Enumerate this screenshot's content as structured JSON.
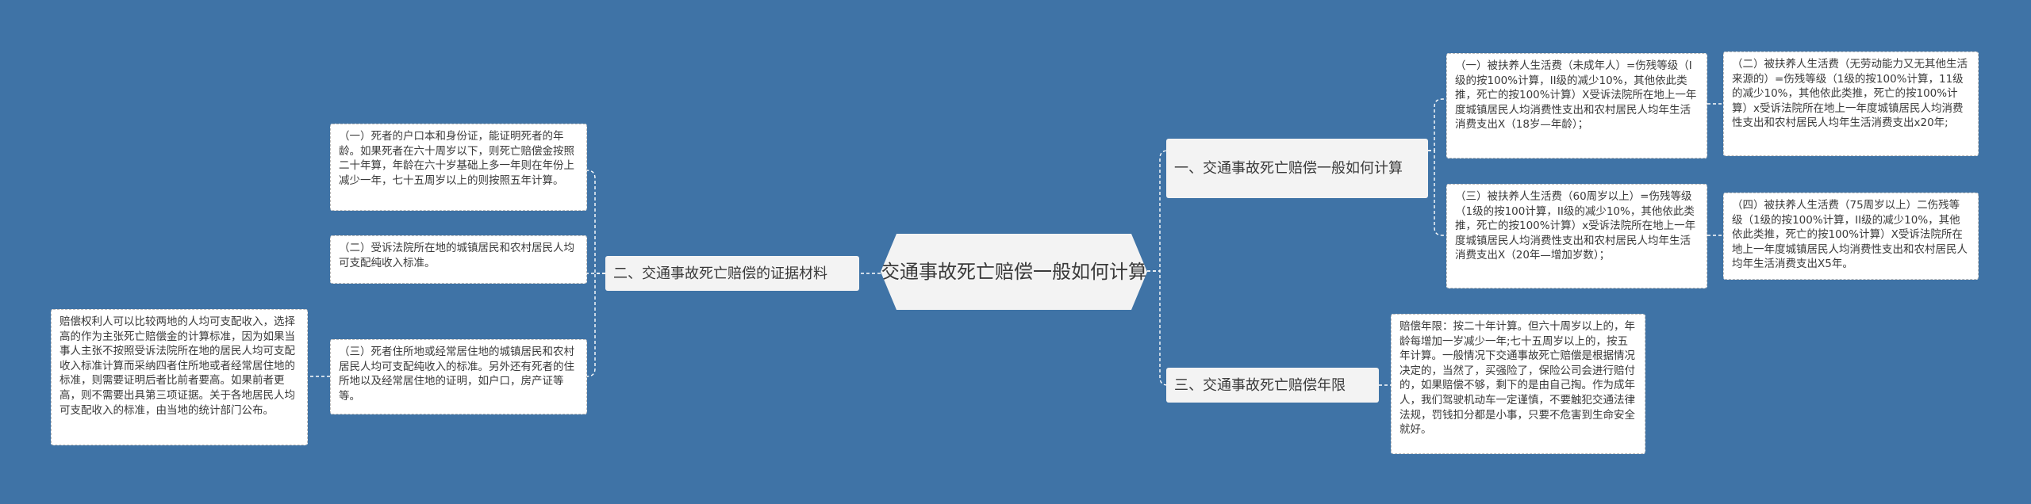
{
  "colors": {
    "background": "#3f73a6",
    "node_fill": "#f3f3f3",
    "leaf_fill": "#ffffff",
    "connector": "#ffffff",
    "text": "#3a3a3a"
  },
  "root": {
    "title": "交通事故死亡赔偿一般如何计算"
  },
  "branches": {
    "calc": {
      "title": "一、交通事故死亡赔偿一般如何计算",
      "items": [
        "（一）被扶养人生活费（未成年人）=伤残等级（I级的按100%计算，II级的减少10%，其他依此类推，死亡的按100%计算）X受诉法院所在地上一年度城镇居民人均消费性支出和农村居民人均年生活消费支出X（18岁—年龄）；",
        "（三）被扶养人生活费（60周岁以上）=伤残等级（1级的按100计算，II级的减少10%，其他依此类推，死亡的按100%计算）x受诉法院所在地上一年度城镇居民人均消费性支出和农村居民人均年生活消费支出X（20年—增加岁数）；",
        "（二）被扶养人生活费（无劳动能力又无其他生活来源的）=伤残等级（1级的按100%计算，11级的减少10%，其他依此类推，死亡的按100%计算）x受诉法院所在地上一年度城镇居民人均消费性支出和农村居民人均年生活消费支出x20年;",
        "（四）被扶养人生活费（75周岁以上）二伤残等级（1级的按100%计算，II级的减少10%，其他依此类推，死亡的按100%计算）X受诉法院所在地上一年度城镇居民人均消费性支出和农村居民人均年生活消费支出X5年。"
      ]
    },
    "evidence": {
      "title": "二、交通事故死亡赔偿的证据材料",
      "items": [
        "（一）死者的户口本和身份证，能证明死者的年龄。如果死者在六十周岁以下，则死亡赔偿金按照二十年算，年龄在六十岁基础上多一年则在年份上减少一年，七十五周岁以上的则按照五年计算。",
        "（二）受诉法院所在地的城镇居民和农村居民人均可支配纯收入标准。",
        "（三）死者住所地或经常居住地的城镇居民和农村居民人均可支配纯收入的标准。另外还有死者的住所地以及经常居住地的证明，如户口，房产证等等。",
        "赔偿权利人可以比较两地的人均可支配收入，选择高的作为主张死亡赔偿金的计算标准，因为如果当事人主张不按照受诉法院所在地的居民人均可支配收入标准计算而采纳四者住所地或者经常居住地的标准，则需要证明后者比前者要高。如果前者更高，则不需要出具第三项证据。关于各地居民人均可支配收入的标准，由当地的统计部门公布。"
      ]
    },
    "period": {
      "title": "三、交通事故死亡赔偿年限",
      "items": [
        "赔偿年限：按二十年计算。但六十周岁以上的，年龄每增加一岁减少一年;七十五周岁以上的，按五年计算。一般情况下交通事故死亡赔偿是根据情况决定的，当然了，买强险了，保险公司会进行赔付的，如果赔偿不够，剩下的是由自己掏。作为成年人，我们驾驶机动车一定谨慎，不要触犯交通法律法规，罚钱扣分都是小事，只要不危害到生命安全就好。"
      ]
    }
  }
}
